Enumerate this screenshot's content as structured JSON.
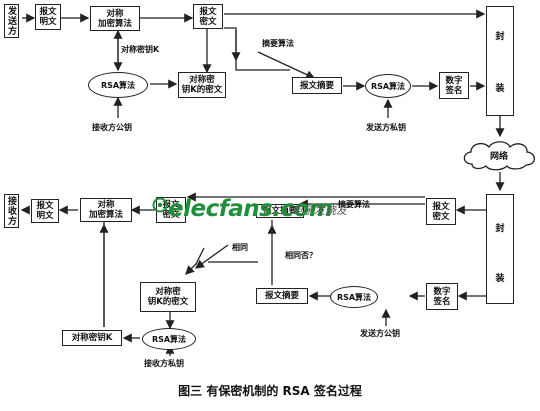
{
  "nodes": {
    "sender": "发送方",
    "receiver": "接收方",
    "plain_top": "报文\n明文",
    "sym_enc_top": "对称\n加密算法",
    "cipher_top": "报文\n密文",
    "rsa_top_left": "RSA算法",
    "sym_key_cipher_top": "对称密\n钥K的密文",
    "digest_top": "报文摘要",
    "rsa_top_right": "RSA算法",
    "signature_top": "数字\n签名",
    "seal_top": "封\n\n\n\n装",
    "network": "网络",
    "seal_bottom": "封\n\n\n\n装",
    "plain_bottom": "报文\n明文",
    "sym_dec_bottom": "对称\n加密算法",
    "cipher_bottom": "报文\n密文",
    "digest_bottom_top": "报文摘要",
    "cipher_bottom_right": "报文\n密文",
    "sym_key_cipher_bottom": "对称密\n钥K的密文",
    "digest_bottom": "报文摘要",
    "rsa_bottom_mid": "RSA算法",
    "signature_bottom": "数字\n签名",
    "sym_key_bottom": "对称密钥K",
    "rsa_bottom_left": "RSA算法"
  },
  "labels": {
    "sym_key_k_top": "对称密钥K",
    "receiver_pubkey": "接收方公钥",
    "digest_algo_top": "摘要算法",
    "sender_privkey": "发送方私钥",
    "digest_algo_bottom": "摘要算法",
    "same": "相同",
    "same_q": "相同否？",
    "sender_pubkey": "发送方公钥",
    "receiver_privkey": "接收方私钥"
  },
  "watermark": {
    "brand": "elecfans.com",
    "site": "电子发烧友"
  },
  "caption": "图三 有保密机制的 RSA 签名过程"
}
